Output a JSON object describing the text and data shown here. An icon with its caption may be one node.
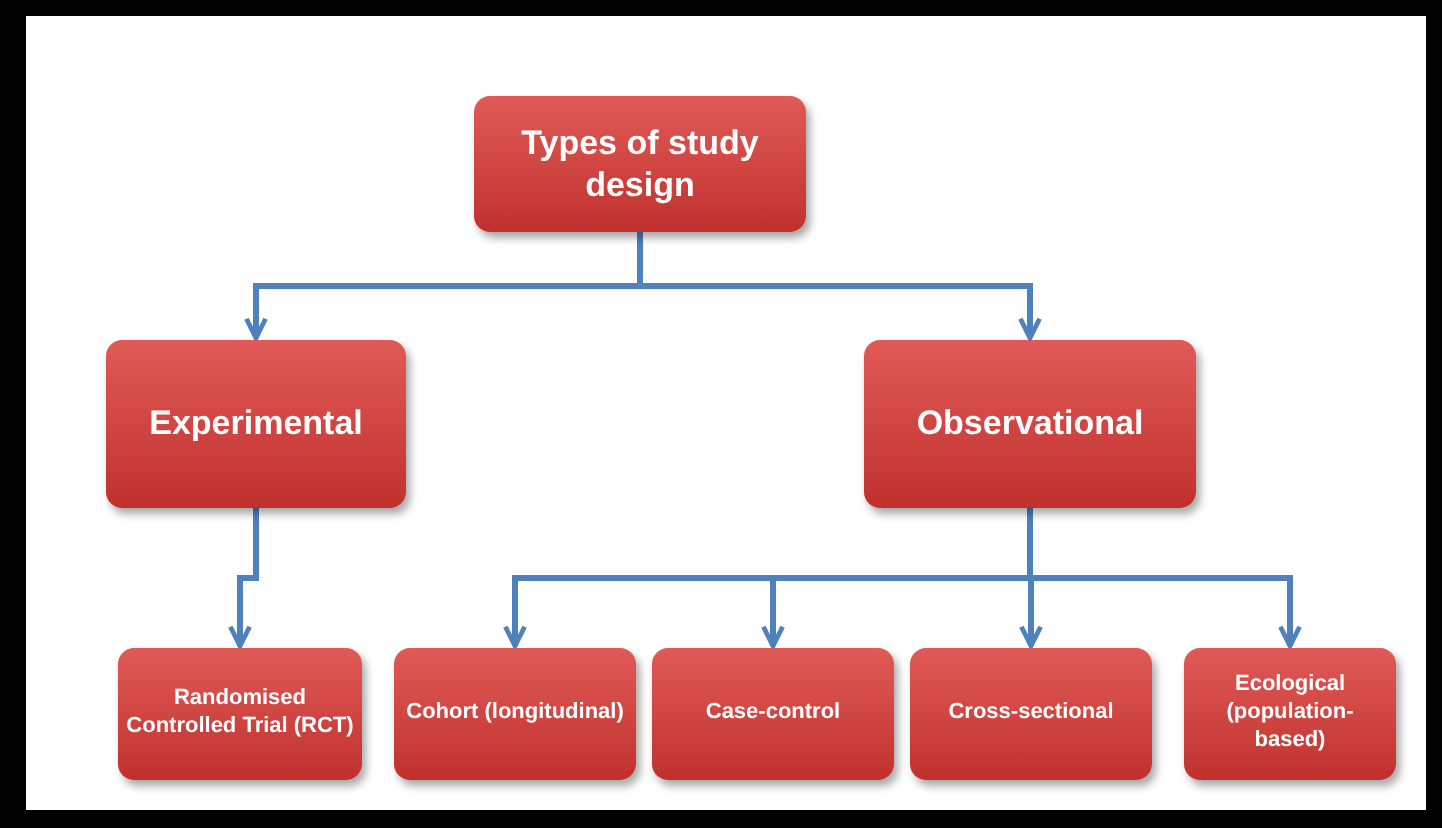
{
  "diagram": {
    "nodes": [
      {
        "text": [
          "Types of study design"
        ]
      },
      {
        "text": [
          "Experimental"
        ]
      },
      {
        "text": [
          "Observational"
        ]
      },
      {
        "text": [
          "Randomised Controlled Trial (RCT)"
        ]
      },
      {
        "text": [
          "Cohort (longitudinal)"
        ]
      },
      {
        "text": [
          "Case-control"
        ]
      },
      {
        "text": [
          "Cross-sectional"
        ]
      },
      {
        "text": [
          "Ecological (population-based)"
        ]
      }
    ],
    "edges": [
      {
        "from": 0,
        "to": 1,
        "arrow": "to"
      },
      {
        "from": 0,
        "to": 2,
        "arrow": "to"
      },
      {
        "from": 1,
        "to": 3,
        "arrow": "to"
      },
      {
        "from": 2,
        "to": 4,
        "arrow": "to"
      },
      {
        "from": 2,
        "to": 5,
        "arrow": "to"
      },
      {
        "from": 2,
        "to": 6,
        "arrow": "to"
      },
      {
        "from": 2,
        "to": 7,
        "arrow": "to"
      }
    ]
  }
}
